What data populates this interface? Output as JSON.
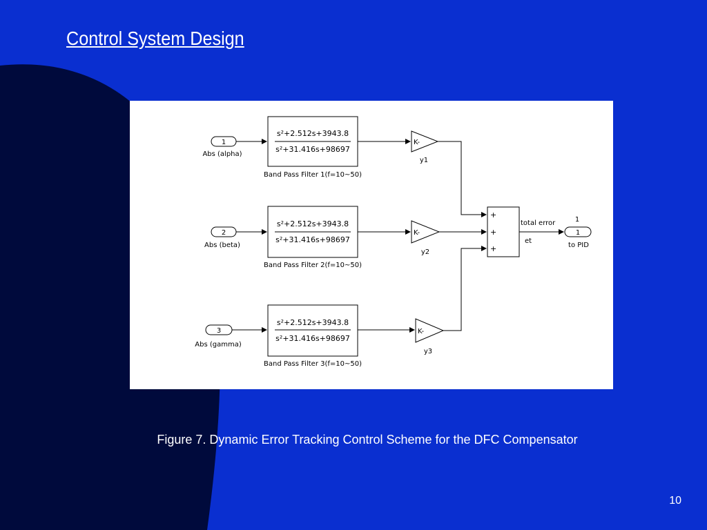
{
  "slide": {
    "title": "Control System Design",
    "caption": "Figure 7. Dynamic Error Tracking Control Scheme for the DFC Compensator",
    "page_number": "10",
    "colors": {
      "background": "#0a2fd0",
      "swoosh": "#000a3c",
      "text": "#ffffff"
    }
  },
  "diagram": {
    "inputs": [
      {
        "number": "1",
        "label": "Abs (alpha)"
      },
      {
        "number": "2",
        "label": "Abs (beta)"
      },
      {
        "number": "3",
        "label": "Abs (gamma)"
      }
    ],
    "filters": [
      {
        "numerator": "s²+2.512s+3943.8",
        "denominator": "s²+31.416s+98697",
        "label": "Band Pass Filter 1(f=10~50)"
      },
      {
        "numerator": "s²+2.512s+3943.8",
        "denominator": "s²+31.416s+98697",
        "label": "Band Pass Filter 2(f=10~50)"
      },
      {
        "numerator": "s²+2.512s+3943.8",
        "denominator": "s²+31.416s+98697",
        "label": "Band Pass Filter 3(f=10~50)"
      }
    ],
    "gains": [
      {
        "symbol": "K-",
        "label": "y1"
      },
      {
        "symbol": "K-",
        "label": "y2"
      },
      {
        "symbol": "K-",
        "label": "y3"
      }
    ],
    "sum": {
      "signs": [
        "+",
        "+",
        "+"
      ],
      "output_label": "total error",
      "signal_label": "et"
    },
    "output": {
      "number": "1",
      "label": "to PID",
      "top_number": "1"
    }
  }
}
